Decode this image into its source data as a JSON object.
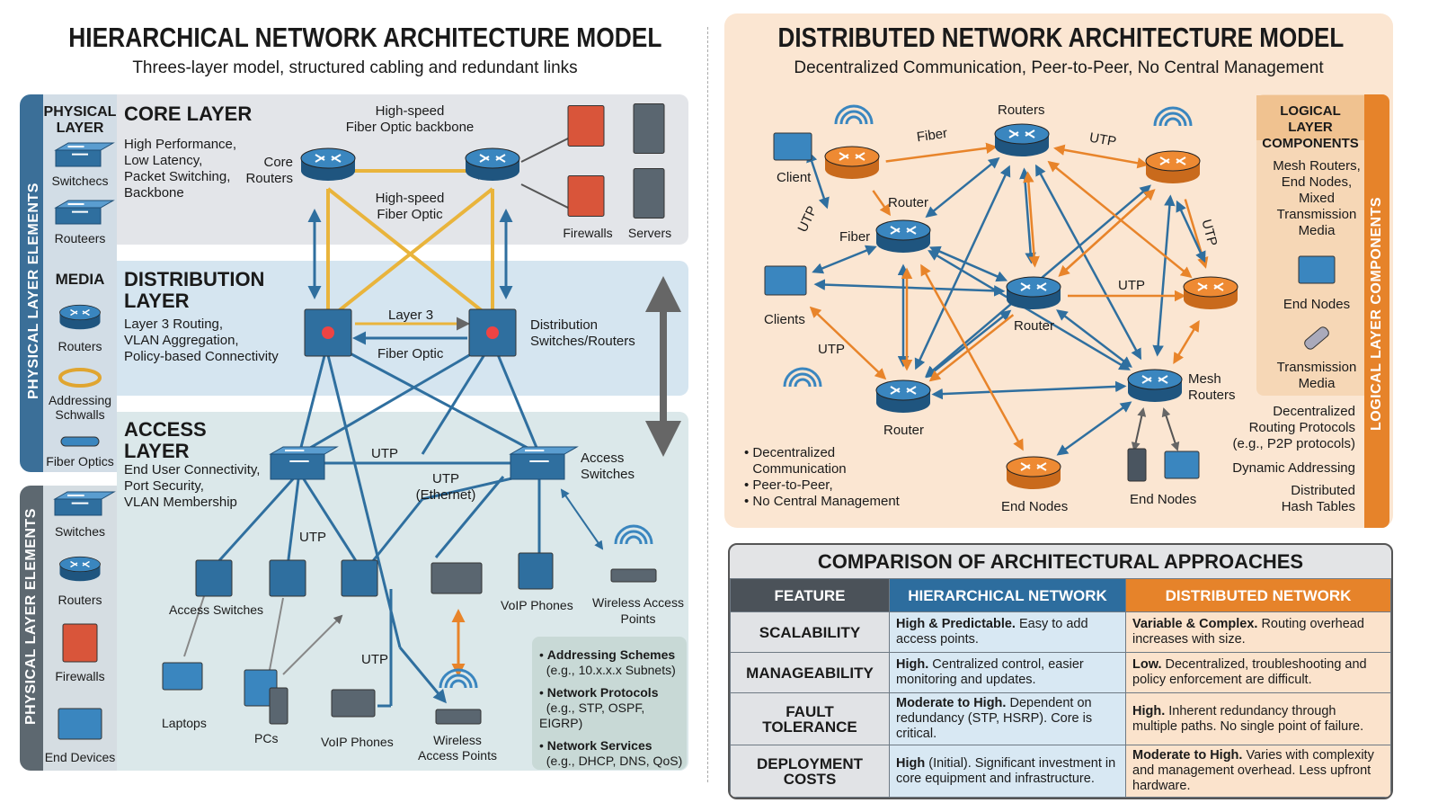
{
  "left": {
    "title": "HIERARCHICAL NETWORK ARCHITECTURE MODEL",
    "subtitle": "Threes-layer model, structured cabling and redundant links",
    "sidebar_top": {
      "vertical_label": "PHYSICAL LAYER ELEMENTS",
      "physical_heading": "PHYSICAL\nLAYER",
      "switches": "Switchecs",
      "routers": "Routeers",
      "media_heading": "MEDIA",
      "media_routers": "Routers",
      "addressing": "Addressing\nSchwalls",
      "fiber": "Fiber Optics"
    },
    "sidebar_bottom": {
      "vertical_label": "PHYSICAL LAYER ELEMENTS",
      "switches": "Switches",
      "routers": "Routers",
      "firewalls": "Firewalls",
      "end_devices": "End Devices"
    },
    "core": {
      "heading": "CORE LAYER",
      "desc": "High Performance,\nLow Latency,\nPacket Switching,\nBackbone",
      "core_routers": "Core\nRouters",
      "backbone": "High-speed\nFiber Optic backbone",
      "fiber": "High-speed\nFiber Optic",
      "firewalls": "Firewalls",
      "servers": "Servers"
    },
    "distribution": {
      "heading": "DISTRIBUTION\nLAYER",
      "desc": "Layer 3 Routing,\nVLAN Aggregation,\nPolicy-based Connectivity",
      "layer3": "Layer 3",
      "fiber": "Fiber Optic",
      "switches": "Distribution\nSwitches/Routers"
    },
    "access": {
      "heading": "ACCESS\nLAYER",
      "desc": "End User Connectivity,\nPort Security,\nVLAN Membership",
      "utp": "UTP",
      "utp_ethernet": "UTP\n(Ethernet)",
      "access_switches_right": "Access\nSwitches",
      "utp2": "UTP",
      "access_switches": "Access Switches",
      "voip_phones": "VoIP Phones",
      "wireless_ap_right": "Wireless Access\nPoints",
      "utp3": "UTP",
      "laptops": "Laptops",
      "pcs": "PCs",
      "voip_phones_bottom": "VoIP Phones",
      "wireless_ap_bottom": "Wireless\nAccess Points"
    },
    "notes": [
      {
        "title": "Addressing Schemes",
        "detail": "(e.g., 10.x.x.x Subnets)"
      },
      {
        "title": "Network Protocols",
        "detail": "(e.g., STP, OSPF, EIGRP)"
      },
      {
        "title": "Network Services",
        "detail": "(e.g., DHCP, DNS, QoS)"
      }
    ]
  },
  "right": {
    "title": "DISTRIBUTED NETWORK ARCHITECTURE MODEL",
    "subtitle": "Decentralized Communication, Peer-to-Peer, No Central Management",
    "labels": {
      "client": "Client",
      "fiber_top": "Fiber",
      "routers_top": "Routers",
      "utp_top": "UTP",
      "router_left": "Router",
      "fiber_left": "Fiber",
      "utp_left": "UTP",
      "utp_right": "UTP",
      "clients": "Clients",
      "utp_mid": "UTP",
      "router_center": "Router",
      "utp_lower": "UTP",
      "router_bottom": "Router",
      "mesh_routers": "Mesh\nRouters",
      "end_nodes_center": "End Nodes",
      "end_nodes_right": "End Nodes"
    },
    "bullets": [
      "Decentralized\nCommunication",
      "Peer-to-Peer,",
      "No Central Management"
    ],
    "logical_panel": {
      "heading": "LOGICAL LAYER\nCOMPONENTS",
      "vertical_label": "LOGICAL LAYER COMPONENTS",
      "mesh": "Mesh Routers,\nEnd Nodes,\nMixed\nTransmission\nMedia",
      "end_nodes": "End Nodes",
      "transmission": "Transmission\nMedia",
      "routing": "Decentralized\nRouting Protocols\n(e.g., P2P protocols)",
      "addressing": "Dynamic Addressing",
      "dht": "Distributed\nHash Tables"
    }
  },
  "comparison": {
    "title": "COMPARISON OF ARCHITECTURAL APPROACHES",
    "headers": [
      "FEATURE",
      "HIERARCHICAL NETWORK",
      "DISTRIBUTED NETWORK"
    ],
    "rows": [
      {
        "feature": "SCALABILITY",
        "h_bold": "High & Predictable.",
        "h_text": " Easy to add access points.",
        "d_bold": "Variable & Complex.",
        "d_text": " Routing overhead increases with size."
      },
      {
        "feature": "MANAGEABILITY",
        "h_bold": "High.",
        "h_text": " Centralized control, easier monitoring and updates.",
        "d_bold": "Low.",
        "d_text": " Decentralized, troubleshooting and policy enforcement are difficult."
      },
      {
        "feature": "FAULT TOLERANCE",
        "h_bold": "Moderate to High.",
        "h_text": " Dependent on redundancy (STP, HSRP). Core is critical.",
        "d_bold": "High.",
        "d_text": " Inherent redundancy through multiple paths. No single point of failure."
      },
      {
        "feature": "DEPLOYMENT COSTS",
        "h_bold": "High",
        "h_text": " (Initial). Significant investment in core equipment and infrastructure.",
        "d_bold": "Moderate to High.",
        "d_text": " Varies with complexity and management overhead. Less upfront hardware."
      }
    ]
  },
  "colors": {
    "blue": "#2f6f9f",
    "orange": "#e8842a",
    "fiber": "#e9b43c",
    "dark": "#4a5560"
  }
}
